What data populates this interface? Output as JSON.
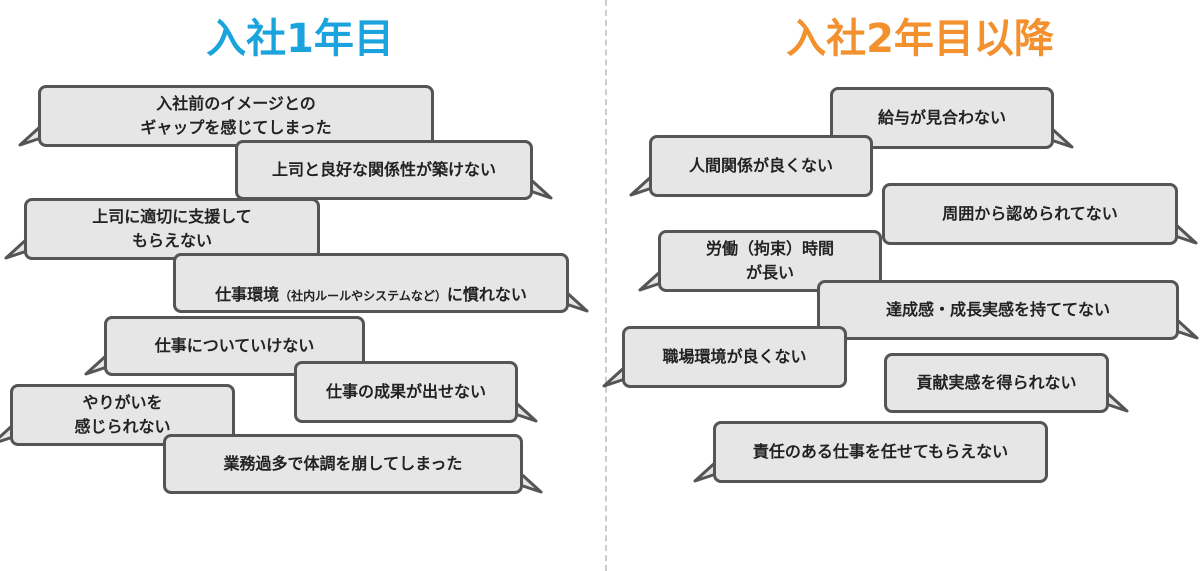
{
  "colors": {
    "left_heading": "#1aa3dd",
    "right_heading": "#f2912e",
    "bubble_fill": "#e6e6e6",
    "bubble_border": "#555555",
    "divider": "#cccccc"
  },
  "left": {
    "title": "入社1年目",
    "bubbles": [
      {
        "text": "入社前のイメージとの\nギャップを感じてしまった"
      },
      {
        "text": "上司と良好な関係性が築けない"
      },
      {
        "text": "上司に適切に支援して\nもらえない"
      },
      {
        "main": "仕事環境",
        "note": "（社内ルールやシステムなど）",
        "rest": "に慣れない"
      },
      {
        "text": "仕事についていけない"
      },
      {
        "text": "仕事の成果が出せない"
      },
      {
        "text": "やりがいを\n感じられない"
      },
      {
        "text": "業務過多で体調を崩してしまった"
      }
    ]
  },
  "right": {
    "title": "入社2年目以降",
    "bubbles": [
      {
        "text": "給与が見合わない"
      },
      {
        "text": "人間関係が良くない"
      },
      {
        "text": "周囲から認められてない"
      },
      {
        "text": "労働（拘束）時間\nが長い"
      },
      {
        "text": "達成感・成長実感を持ててない"
      },
      {
        "text": "職場環境が良くない"
      },
      {
        "text": "貢献実感を得られない"
      },
      {
        "text": "責任のある仕事を任せてもらえない"
      }
    ]
  }
}
